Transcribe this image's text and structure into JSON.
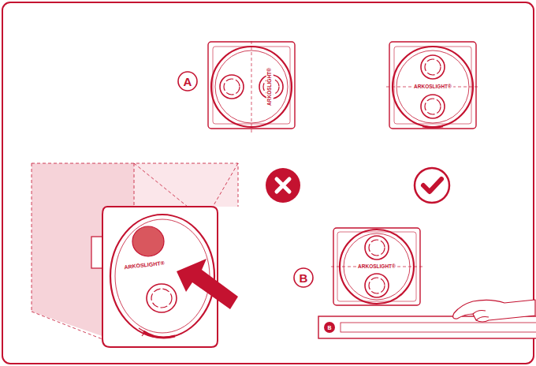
{
  "diagram": {
    "labels": [
      "A",
      "ARKOSLIGHT®",
      "ARKOSLIGHT®",
      "B",
      "ARKOSLIGHT®",
      "B",
      "ARKOSLIGHT®"
    ]
  }
}
